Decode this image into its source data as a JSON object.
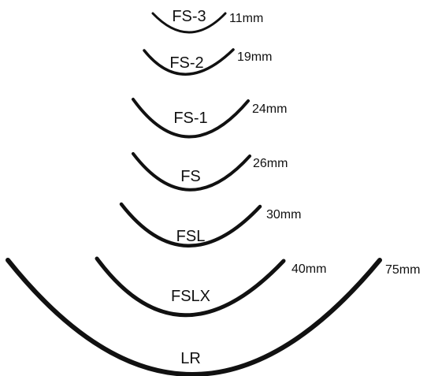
{
  "needles": [
    {
      "name": "FS-3",
      "size": "11mm"
    },
    {
      "name": "FS-2",
      "size": "19mm"
    },
    {
      "name": "FS-1",
      "size": "24mm"
    },
    {
      "name": "FS",
      "size": "26mm"
    },
    {
      "name": "FSL",
      "size": "30mm"
    },
    {
      "name": "FSLX",
      "size": "40mm"
    },
    {
      "name": "LR",
      "size": "75mm"
    }
  ],
  "colors": {
    "needle": "#111111",
    "text": "#111111",
    "background": "#ffffff"
  }
}
